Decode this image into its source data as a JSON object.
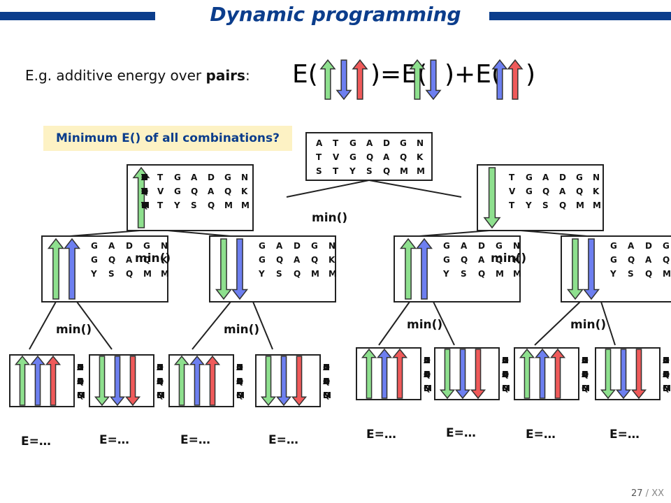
{
  "header": {
    "title": "Dynamic programming"
  },
  "intro": {
    "prefix": "E.g. additive energy over ",
    "emph": "pairs",
    "suffix": ":"
  },
  "equation": {
    "e1_open": "E(",
    "e1_close": ")=E(",
    "e2_close": ")+E(",
    "e3_close": ")"
  },
  "question": "Minimum E() of all combinations?",
  "sequences": {
    "row1": [
      "A",
      "T",
      "G",
      "A",
      "D",
      "G",
      "N"
    ],
    "row2": [
      "T",
      "V",
      "G",
      "Q",
      "A",
      "Q",
      "K"
    ],
    "row3": [
      "S",
      "T",
      "Y",
      "S",
      "Q",
      "M",
      "M"
    ]
  },
  "min_label": "min()",
  "energy_label": "E=…",
  "colors": {
    "green": "#8ee08e",
    "blue": "#6d7ff0",
    "red": "#ef5a5a",
    "brand": "#0b3d8c"
  },
  "pagination": {
    "current": "27",
    "separator": " / ",
    "total": "XX"
  }
}
